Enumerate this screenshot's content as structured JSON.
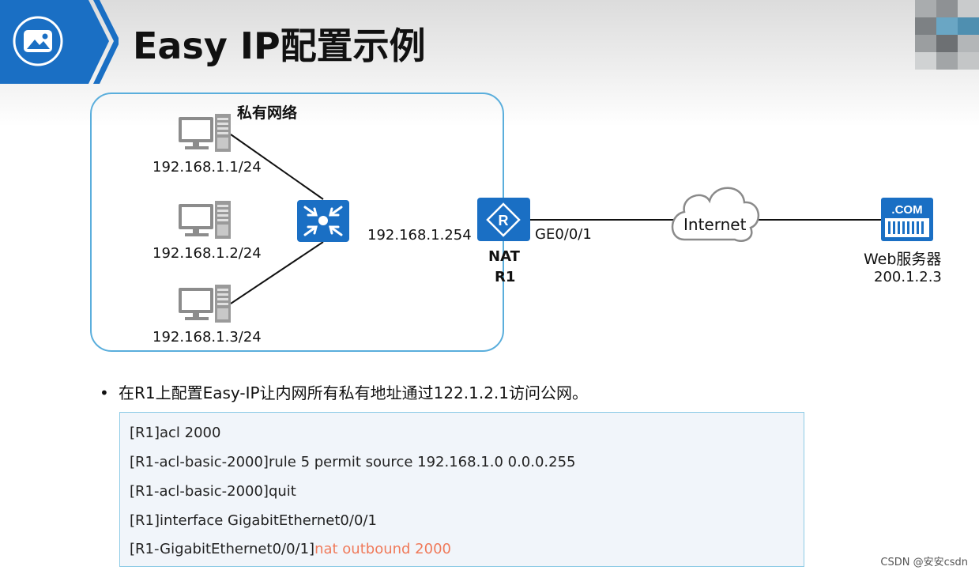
{
  "slide": {
    "title": "Easy IP配置示例",
    "logo_icon": "image-icon"
  },
  "diagram": {
    "private_network_label": "私有网络",
    "hosts": [
      {
        "ip": "192.168.1.1/24"
      },
      {
        "ip": "192.168.1.2/24"
      },
      {
        "ip": "192.168.1.3/24"
      }
    ],
    "switch_icon": "switch-icon",
    "router": {
      "interface_ip": "192.168.1.254",
      "label_line1": "NAT",
      "label_line2": "R1",
      "icon_letter": "R",
      "outside_interface": "GE0/0/1"
    },
    "cloud_label": "Internet",
    "server": {
      "icon_text": ".COM",
      "name": "Web服务器",
      "ip": "200.1.2.3"
    }
  },
  "bullet": {
    "text": "在R1上配置Easy-IP让内网所有私有地址通过122.1.2.1访问公网。"
  },
  "code": {
    "lines": [
      {
        "text": "[R1]acl 2000",
        "highlight": ""
      },
      {
        "text": "[R1-acl-basic-2000]rule 5 permit source 192.168.1.0 0.0.0.255",
        "highlight": ""
      },
      {
        "text": "[R1-acl-basic-2000]quit",
        "highlight": ""
      },
      {
        "text": "[R1]interface GigabitEthernet0/0/1",
        "highlight": ""
      },
      {
        "text": "[R1-GigabitEthernet0/0/1]",
        "highlight": "nat outbound 2000"
      }
    ]
  },
  "watermark": "CSDN @安安csdn",
  "colors": {
    "accent_blue": "#1a6fc4",
    "network_border": "#5aaedc",
    "code_highlight": "#f07a5a"
  }
}
